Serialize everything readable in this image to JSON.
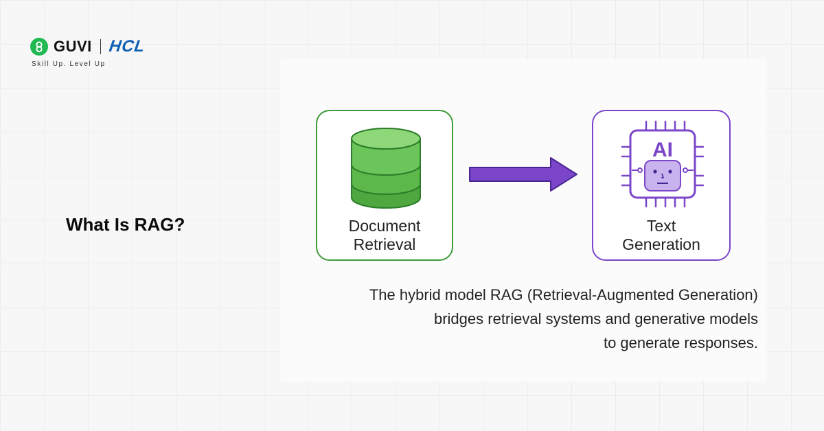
{
  "brand": {
    "name": "GUVI",
    "partner": "HCL",
    "tagline": "Skill Up. Level Up",
    "colors": {
      "guvi_green": "#20b954",
      "hcl_blue": "#0f5fb2"
    },
    "icon": "guvi-logo-icon"
  },
  "heading": "What Is RAG?",
  "diagram": {
    "nodes": [
      {
        "id": "doc",
        "label_line1": "Document",
        "label_line2": "Retrieval",
        "icon": "database-icon",
        "border_color": "#3e9a3a"
      },
      {
        "id": "gen",
        "label_line1": "Text",
        "label_line2": "Generation",
        "icon": "ai-chip-icon",
        "icon_text": "AI",
        "border_color": "#7b45c9"
      }
    ],
    "edges": [
      {
        "from": "doc",
        "to": "gen",
        "icon": "arrow-right-icon",
        "color": "#7b45c9"
      }
    ]
  },
  "description": {
    "line1": "The hybrid model RAG (Retrieval-Augmented Generation)",
    "line2": "bridges retrieval systems and generative models",
    "line3": "to generate responses."
  }
}
